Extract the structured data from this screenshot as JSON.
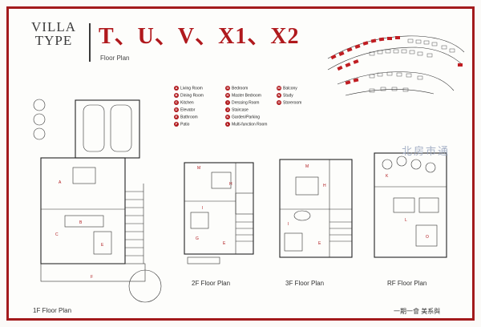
{
  "header": {
    "villa_line1": "VILLA",
    "villa_line2": "TYPE",
    "types": "T、U、V、X1、X2",
    "subtitle": "Floor Plan"
  },
  "legend": [
    {
      "key": "A",
      "label": "Living Room"
    },
    {
      "key": "B",
      "label": "Dining Room"
    },
    {
      "key": "C",
      "label": "Kitchen"
    },
    {
      "key": "D",
      "label": "Elevator"
    },
    {
      "key": "E",
      "label": "Bathroom"
    },
    {
      "key": "F",
      "label": "Patio"
    },
    {
      "key": "G",
      "label": "Bedroom"
    },
    {
      "key": "H",
      "label": "Master Bedroom"
    },
    {
      "key": "I",
      "label": "Dressing Room"
    },
    {
      "key": "J",
      "label": "Staircase"
    },
    {
      "key": "K",
      "label": "Garden/Parking"
    },
    {
      "key": "L",
      "label": "Multi-function Room"
    },
    {
      "key": "M",
      "label": "Balcony"
    },
    {
      "key": "N",
      "label": "Study"
    },
    {
      "key": "O",
      "label": "Storeroom"
    }
  ],
  "captions": {
    "f1": "1F Floor Plan",
    "f2": "2F Floor Plan",
    "f3": "3F Floor Plan",
    "rf": "RF Floor Plan"
  },
  "watermark": "北房市通",
  "credit": "一期一會 美系與",
  "colors": {
    "accent": "#b0191d",
    "line": "#222222"
  }
}
